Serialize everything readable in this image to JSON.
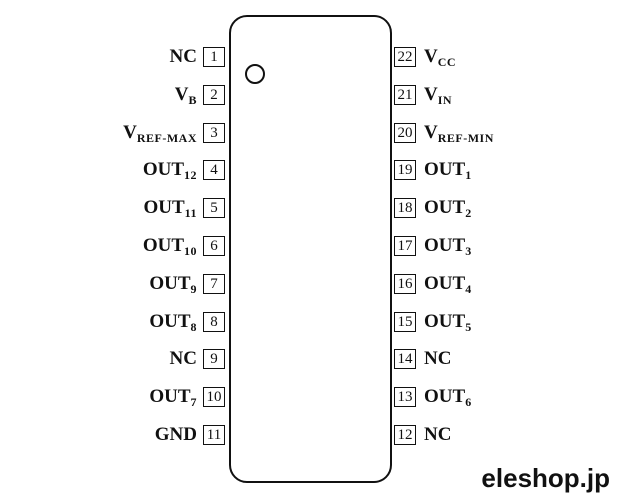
{
  "left_pins": [
    {
      "number": "1",
      "label": "NC",
      "sub": ""
    },
    {
      "number": "2",
      "label": "V",
      "sub": "B"
    },
    {
      "number": "3",
      "label": "V",
      "sub": "REF-MAX"
    },
    {
      "number": "4",
      "label": "OUT",
      "sub": "12"
    },
    {
      "number": "5",
      "label": "OUT",
      "sub": "11"
    },
    {
      "number": "6",
      "label": "OUT",
      "sub": "10"
    },
    {
      "number": "7",
      "label": "OUT",
      "sub": "9"
    },
    {
      "number": "8",
      "label": "OUT",
      "sub": "8"
    },
    {
      "number": "9",
      "label": "NC",
      "sub": ""
    },
    {
      "number": "10",
      "label": "OUT",
      "sub": "7"
    },
    {
      "number": "11",
      "label": "GND",
      "sub": ""
    }
  ],
  "right_pins": [
    {
      "number": "22",
      "label": "V",
      "sub": "CC"
    },
    {
      "number": "21",
      "label": "V",
      "sub": "IN"
    },
    {
      "number": "20",
      "label": "V",
      "sub": "REF-MIN"
    },
    {
      "number": "19",
      "label": "OUT",
      "sub": "1"
    },
    {
      "number": "18",
      "label": "OUT",
      "sub": "2"
    },
    {
      "number": "17",
      "label": "OUT",
      "sub": "3"
    },
    {
      "number": "16",
      "label": "OUT",
      "sub": "4"
    },
    {
      "number": "15",
      "label": "OUT",
      "sub": "5"
    },
    {
      "number": "14",
      "label": "NC",
      "sub": ""
    },
    {
      "number": "13",
      "label": "OUT",
      "sub": "6"
    },
    {
      "number": "12",
      "label": "NC",
      "sub": ""
    }
  ],
  "watermark": "eleshop.jp"
}
